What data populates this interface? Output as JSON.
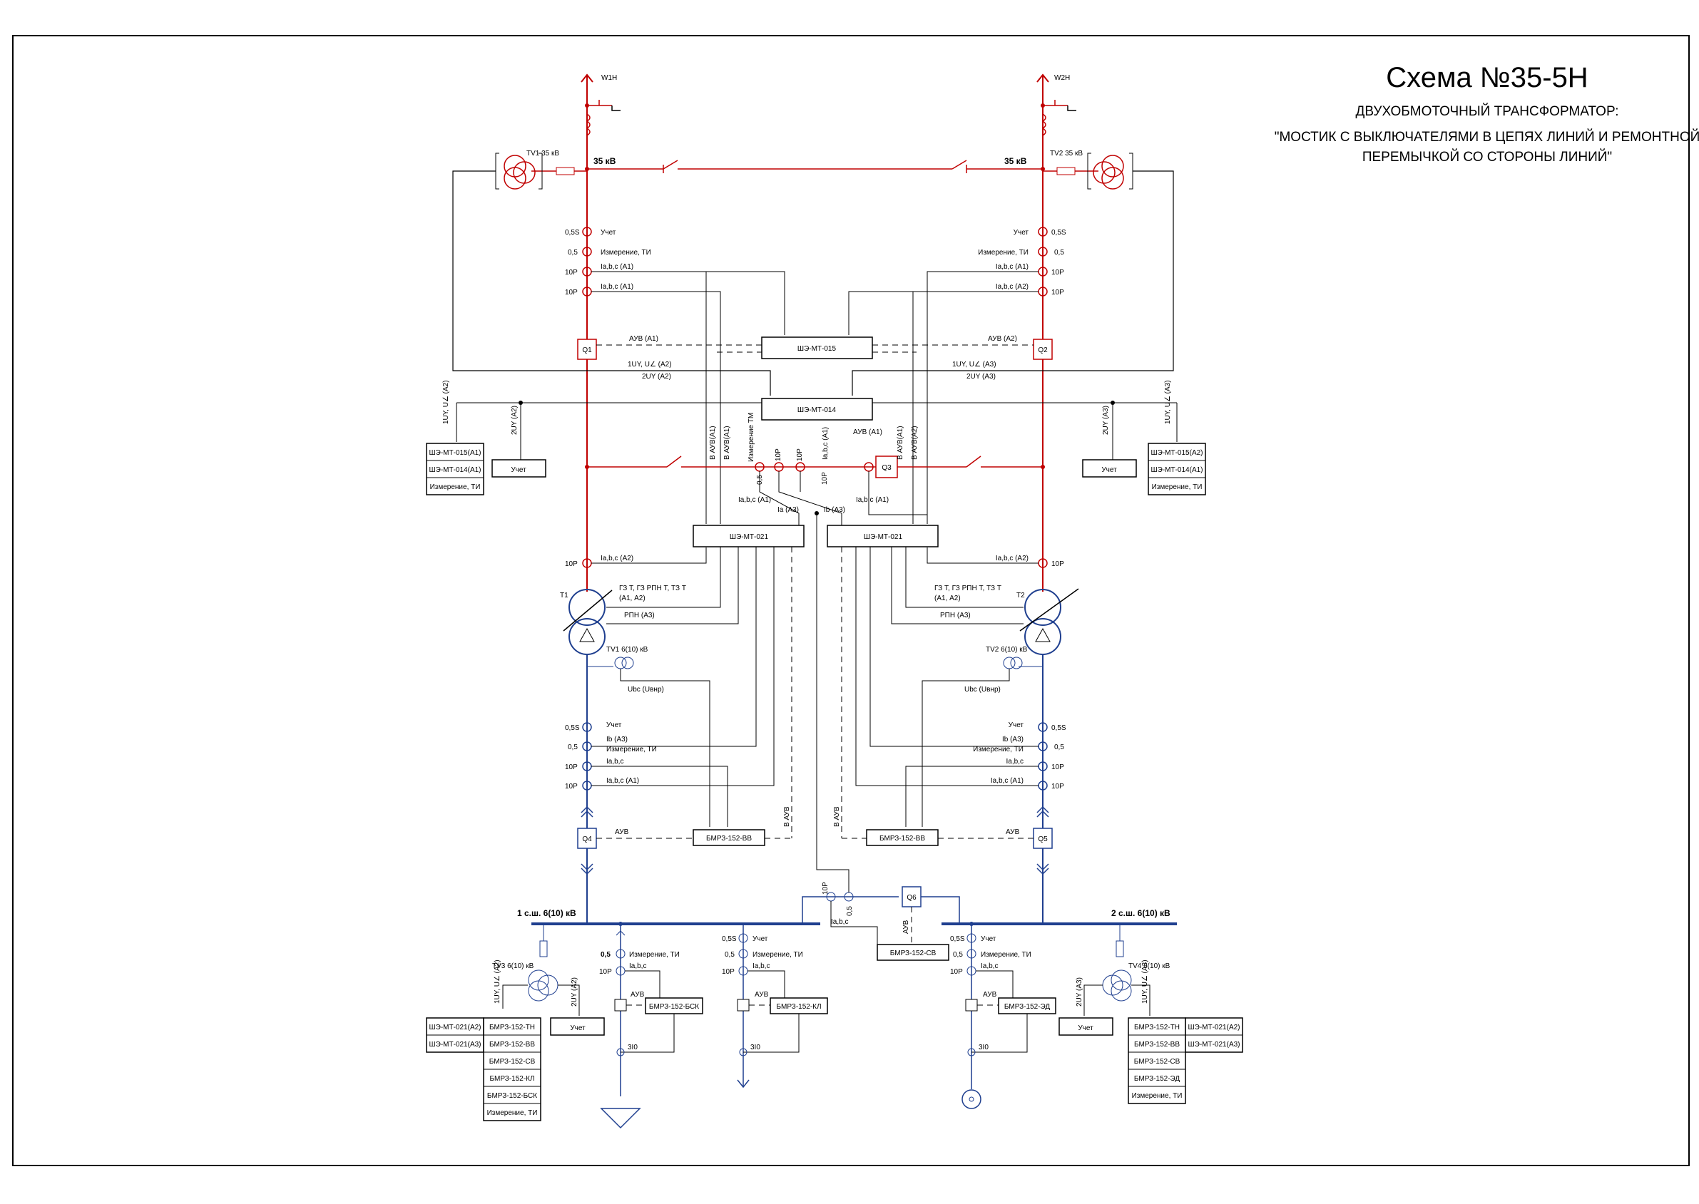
{
  "title": {
    "main": "Схема  №35-5Н",
    "sub1": "ДВУХОБМОТОЧНЫЙ ТРАНСФОРМАТОР:",
    "sub2": "\"МОСТИК С ВЫКЛЮЧАТЕЛЯМИ В ЦЕПЯХ ЛИНИЙ И РЕМОНТНОЙ",
    "sub3": "ПЕРЕМЫЧКОЙ СО СТОРОНЫ ЛИНИЙ\""
  },
  "colors": {
    "hv": "#c00000",
    "lv": "#1f3f8f",
    "wiring": "#000000"
  },
  "lines": {
    "left": "W1H",
    "right": "W2H"
  },
  "voltage": {
    "hv_left": "35 кВ",
    "hv_right": "35 кВ"
  },
  "tv": {
    "tv1": "TV1 35 кВ",
    "tv2": "TV2 35 кВ",
    "tv1_lv": "TV1 6(10) кВ",
    "tv2_lv": "TV2 6(10) кВ",
    "tv3": "TV3 6(10) кВ",
    "tv4": "TV4 6(10) кВ"
  },
  "breakers": {
    "q1": "Q1",
    "q2": "Q2",
    "q3": "Q3",
    "q4": "Q4",
    "q5": "Q5",
    "q6": "Q6"
  },
  "transformers": {
    "t1": "T1",
    "t2": "T2"
  },
  "cabinets": {
    "sh015": "ШЭ-МТ-015",
    "sh014": "ШЭ-МТ-014",
    "sh021_left": "ШЭ-МТ-021",
    "sh021_right": "ШЭ-МТ-021",
    "bmrz_vv_left": "БМРЗ-152-ВВ",
    "bmrz_vv_right": "БМРЗ-152-ВВ",
    "bmrz_sv": "БМРЗ-152-СВ",
    "bmrz_bsk": "БМРЗ-152-БСК",
    "bmrz_kl": "БМРЗ-152-КЛ",
    "bmrz_ed": "БМРЗ-152-ЭД"
  },
  "ct_hv": {
    "c055": "0,5S",
    "c05": "0,5",
    "c10p": "10P",
    "uchet": "Учет",
    "izm": "Измерение, ТИ",
    "iabc_a1": "Ia,b,c (A1)",
    "iabc_a2": "Ia,b,c (A2)"
  },
  "labels": {
    "auv_a1": "АУВ (А1)",
    "auv_a2": "АУВ (А2)",
    "u1_a2": "1UY, U∠ (А2)",
    "u2_a2": "2UY (А2)",
    "u1_a3": "1UY, U∠ (А3)",
    "u2_a3": "2UY (А3)",
    "b_auv_a1": "В АУВ(А1)",
    "b_auv_a1b": "В АУВ(А1)",
    "b_auv_a2": "В АУВ(А2)",
    "izm_tm": "Измерение ТМ",
    "iabc_a1s": "Ia,b,c (А1)",
    "c05": "0,5",
    "c10p": "10P",
    "ia_a1": "Ia,b,c (А1)",
    "ia_a3": "Ia (А3)",
    "ib_a3": "Ib (А3)",
    "gzt": "ГЗ Т, ГЗ РПН Т, ТЗ Т",
    "a1a2": "(А1, А2)",
    "rpn": "РПН (А3)",
    "ubc": "Ubc (Uвнр)",
    "ib_a3b": "Ib (А3)",
    "iabc": "Ia,b,c",
    "iabc_a1": "Ia,b,c (А1)",
    "auv": "АУВ",
    "b_auv": "В АУВ",
    "uchet": "Учет",
    "izm": "Измерение, ТИ",
    "c055": "0,5S",
    "c05b": "0,5",
    "c10pb": "10P",
    "sh_left1": "1UY, U∠ (А2)",
    "sh_left2": "2UY (А2)",
    "sh_right1": "2UY (А3)",
    "sh_right2": "1UY, U∠ (А3)",
    "zio": "3I0"
  },
  "bus": {
    "left": "1 с.ш. 6(10) кВ",
    "right": "2 с.ш. 6(10) кВ"
  },
  "tables": {
    "hv_left": [
      "ШЭ-МТ-015(А1)",
      "ШЭ-МТ-014(А1)",
      "Измерение, ТИ"
    ],
    "hv_right": [
      "ШЭ-МТ-015(А2)",
      "ШЭ-МТ-014(А1)",
      "Измерение, ТИ"
    ],
    "uchet": "Учет",
    "lv_left_a": [
      "ШЭ-МТ-021(А2)",
      "ШЭ-МТ-021(А3)"
    ],
    "lv_left_b": [
      "БМРЗ-152-ТН",
      "БМРЗ-152-ВВ",
      "БМРЗ-152-СВ",
      "БМРЗ-152-КЛ",
      "БМРЗ-152-БСК",
      "Измерение, ТИ"
    ],
    "lv_right_a": [
      "БМРЗ-152-ТН",
      "БМРЗ-152-ВВ",
      "БМРЗ-152-СВ",
      "БМРЗ-152-ЭД",
      "Измерение, ТИ"
    ],
    "lv_right_b": [
      "ШЭ-МТ-021(А2)",
      "ШЭ-МТ-021(А3)"
    ]
  },
  "feeders": {
    "bsk": {
      "c1": "0,5",
      "c2": "10P",
      "izm": "Измерение, ТИ",
      "iabc": "Ia,b,c",
      "auv": "АУВ"
    },
    "kl": {
      "c0": "0,5S",
      "c1": "0,5",
      "c2": "10P",
      "uchet": "Учет",
      "izm": "Измерение, ТИ",
      "iabc": "Ia,b,c",
      "auv": "АУВ"
    },
    "ed": {
      "c0": "0,5S",
      "c1": "0,5",
      "c2": "10P",
      "uchet": "Учет",
      "izm": "Измерение, ТИ",
      "iabc": "Ia,b,c",
      "auv": "АУВ"
    }
  }
}
